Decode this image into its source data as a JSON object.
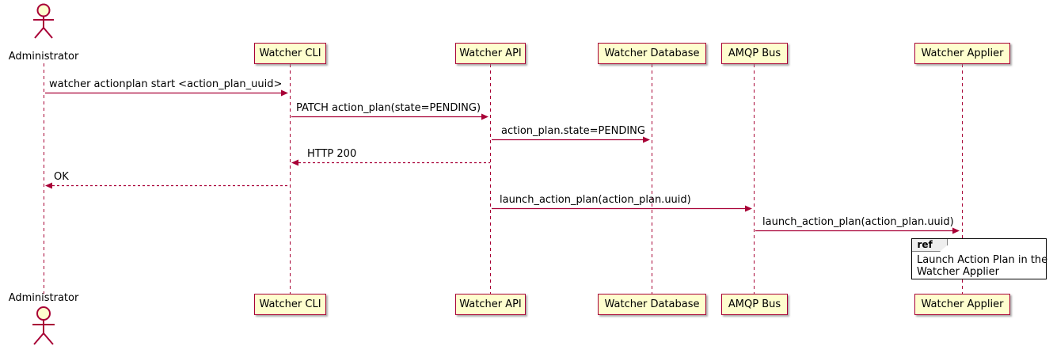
{
  "diagram": {
    "type": "plantuml-sequence",
    "colors": {
      "accent": "#A80036",
      "participant_fill": "#FEFECE",
      "ref_tab_fill": "#EEEEEE",
      "text": "#000000"
    },
    "actor": {
      "name": "Administrator"
    },
    "participants": [
      {
        "label": "Watcher CLI"
      },
      {
        "label": "Watcher API"
      },
      {
        "label": "Watcher Database"
      },
      {
        "label": "AMQP Bus"
      },
      {
        "label": "Watcher Applier"
      }
    ],
    "messages": [
      {
        "from": "Administrator",
        "to": "Watcher CLI",
        "style": "solid",
        "label": "watcher actionplan start <action_plan_uuid>"
      },
      {
        "from": "Watcher CLI",
        "to": "Watcher API",
        "style": "solid",
        "label": "PATCH action_plan(state=PENDING)"
      },
      {
        "from": "Watcher API",
        "to": "Watcher Database",
        "style": "solid",
        "label": "action_plan.state=PENDING"
      },
      {
        "from": "Watcher API",
        "to": "Watcher CLI",
        "style": "dashed",
        "label": "HTTP 200"
      },
      {
        "from": "Watcher CLI",
        "to": "Administrator",
        "style": "dashed",
        "label": "OK"
      },
      {
        "from": "Watcher API",
        "to": "AMQP Bus",
        "style": "solid",
        "label": "launch_action_plan(action_plan.uuid)"
      },
      {
        "from": "AMQP Bus",
        "to": "Watcher Applier",
        "style": "solid",
        "label": "launch_action_plan(action_plan.uuid)"
      }
    ],
    "ref": {
      "keyword": "ref",
      "text_lines": [
        "Launch Action Plan in the",
        "Watcher Applier"
      ]
    }
  }
}
